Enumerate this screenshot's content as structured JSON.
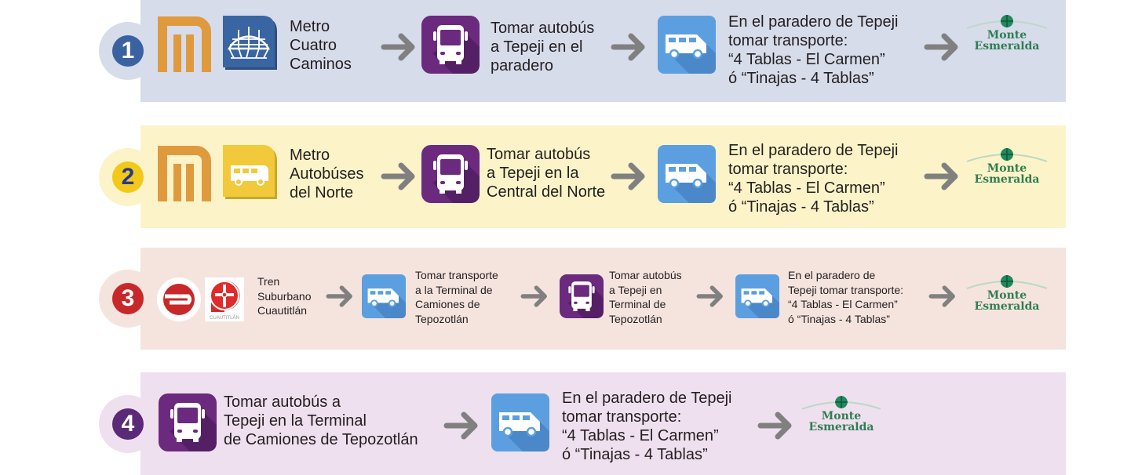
{
  "colors": {
    "row1": "#d7dceb",
    "row2": "#fcf4c8",
    "row3": "#f5e4de",
    "row4": "#efe0ef",
    "metro": "#e09a3e",
    "bus": "#6b2a7e",
    "van": "#5b9fe0",
    "arrow": "#808080",
    "monte": "#2f7d52"
  },
  "rows": [
    {
      "number": "1",
      "bg": "#d7dceb",
      "badge": "#3a62a0",
      "badge_text": "#ffffff",
      "steps": [
        "Metro\nCuatro\nCaminos",
        "Tomar autobús\na Tepeji en el\nparadero",
        "En el paradero de Tepeji\ntomar transporte:\n“4 Tablas - El Carmen”\nó “Tinajas - 4 Tablas”"
      ]
    },
    {
      "number": "2",
      "bg": "#fcf4c8",
      "badge": "#f2c81a",
      "badge_text": "#243a8e",
      "steps": [
        "Metro\nAutobúses\ndel Norte",
        "Tomar autobús\na Tepeji en la\nCentral del Norte",
        "En el paradero de Tepeji\ntomar transporte:\n“4 Tablas - El Carmen”\nó “Tinajas - 4 Tablas”"
      ]
    },
    {
      "number": "3",
      "bg": "#f5e4de",
      "badge": "#c8282a",
      "badge_text": "#ffffff",
      "steps": [
        "Tren\nSuburbano\nCuautitlán",
        "Tomar transporte\na la Terminal de\nCamiones de\nTepozotlán",
        "Tomar autobús\na Tepeji en\nTerminal de\nTepozotlán",
        "En el paradero de\nTepeji tomar transporte:\n“4 Tablas - El Carmen”\nó “Tinajas - 4 Tablas”"
      ]
    },
    {
      "number": "4",
      "bg": "#efe0ef",
      "badge": "#5a2a78",
      "badge_text": "#ffffff",
      "steps": [
        "Tomar autobús a\nTepeji en la Terminal\nde Camiones de Tepozotlán",
        "En el paradero de Tepeji\ntomar transporte:\n“4 Tablas - El Carmen”\nó “Tinajas - 4 Tablas”"
      ]
    }
  ],
  "destination": {
    "line1": "Monte",
    "line2": "Esmeralda"
  },
  "cuautitlan_logo_text": "CUAUTITLÁN"
}
